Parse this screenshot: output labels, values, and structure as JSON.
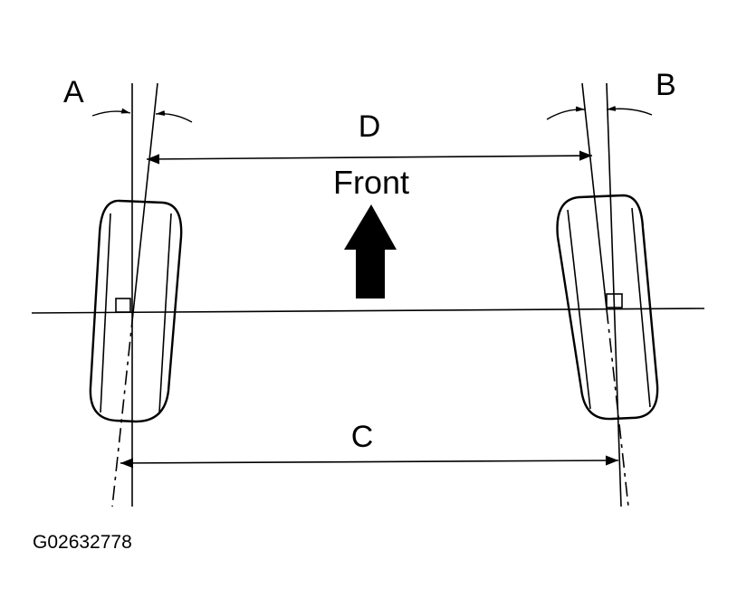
{
  "labels": {
    "angle_left": "A",
    "angle_right": "B",
    "dimension_top": "D",
    "dimension_bottom": "C",
    "direction": "Front",
    "figure_code": "G02632778"
  },
  "colors": {
    "ink": "#000000",
    "background": "#ffffff"
  }
}
